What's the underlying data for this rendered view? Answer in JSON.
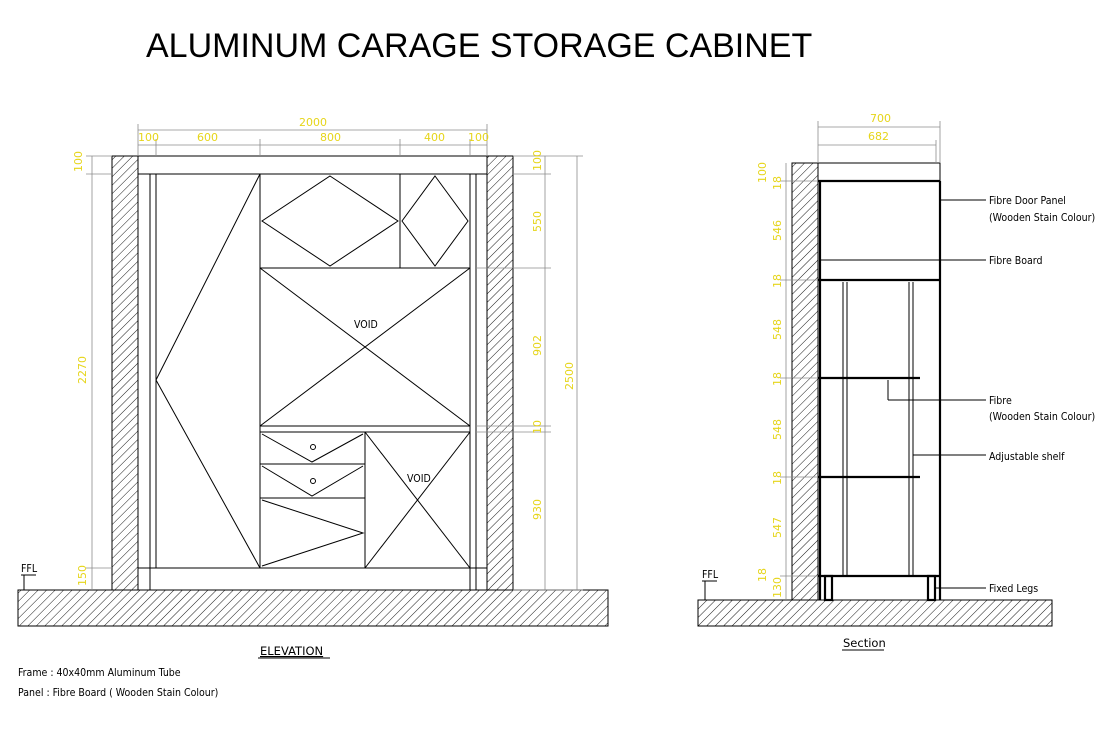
{
  "title": "ALUMINUM CARAGE STORAGE CABINET",
  "elevation": {
    "caption": "ELEVATION",
    "top_dims": [
      "100",
      "600",
      "800",
      "400",
      "100"
    ],
    "overall_width": "2000",
    "right_dims": [
      "100",
      "550",
      "902",
      "10",
      "930"
    ],
    "overall_height_right": "2500",
    "overall_height_left": "2270",
    "left_small": "150",
    "void_labels": [
      "VOID",
      "VOID"
    ],
    "ffl": "FFL"
  },
  "section": {
    "caption": "Section",
    "overall_width": "700",
    "inner_width": "682",
    "left_dims": [
      "100",
      "18",
      "546",
      "18",
      "548",
      "18",
      "548",
      "18",
      "547",
      "18",
      "130"
    ],
    "ffl": "FFL",
    "callouts": [
      "Fibre Door Panel",
      "(Wooden Stain Colour)",
      "Fibre Board",
      "Fibre",
      "(Wooden Stain Colour)",
      "Adjustable shelf",
      "Fixed Legs"
    ]
  },
  "notes": [
    "Frame : 40x40mm Aluminum Tube",
    "Panel : Fibre Board ( Wooden Stain Colour)"
  ],
  "colors": {
    "dimension_text": "#e6d51a",
    "lines": "#000000",
    "background": "#ffffff"
  }
}
